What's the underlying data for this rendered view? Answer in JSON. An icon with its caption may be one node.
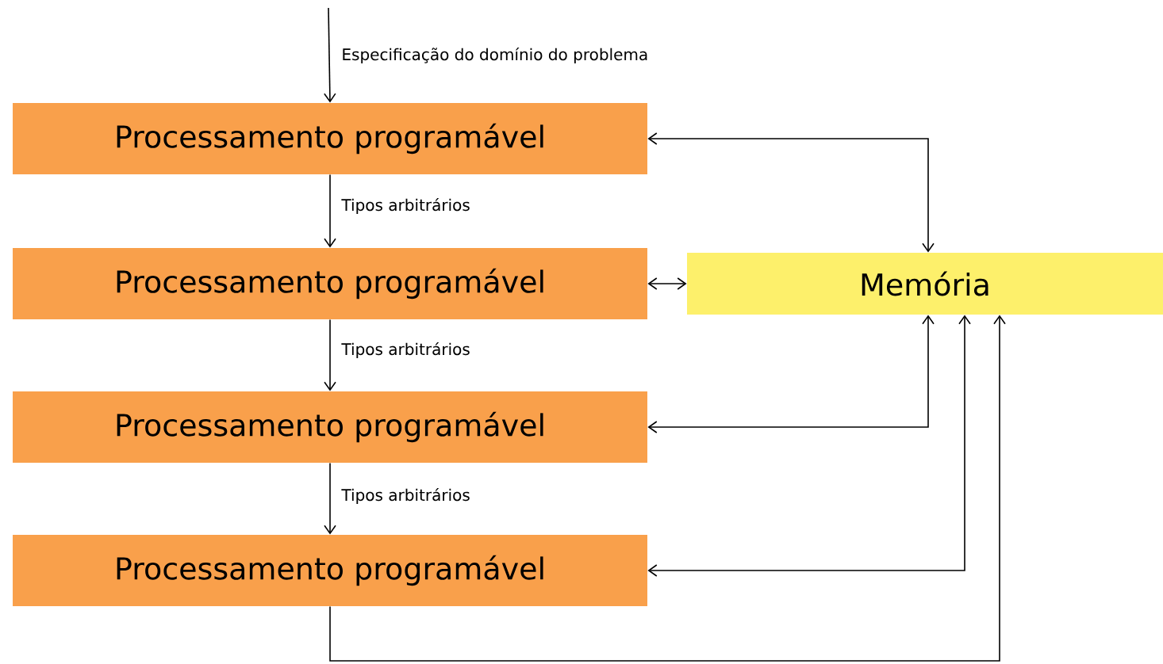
{
  "diagram": {
    "nodes": [
      {
        "text": [
          "Processamento programável"
        ]
      },
      {
        "text": [
          "Processamento programável"
        ]
      },
      {
        "text": [
          "Processamento programável"
        ]
      },
      {
        "text": [
          "Processamento programável"
        ]
      },
      {
        "text": [
          "Memória"
        ]
      }
    ],
    "edges": [
      {
        "from": null,
        "to": 0,
        "arrow": "to",
        "label": "Especificação do domínio do problema"
      },
      {
        "from": 0,
        "to": 1,
        "arrow": "to",
        "label": "Tipos arbitrários"
      },
      {
        "from": 1,
        "to": 2,
        "arrow": "to",
        "label": "Tipos arbitrários"
      },
      {
        "from": 2,
        "to": 3,
        "arrow": "to",
        "label": "Tipos arbitrários"
      },
      {
        "from": 0,
        "to": 4,
        "arrow": "both"
      },
      {
        "from": 1,
        "to": 4,
        "arrow": "both"
      },
      {
        "from": 2,
        "to": 4,
        "arrow": "both"
      },
      {
        "from": 3,
        "to": 4,
        "arrow": "both"
      },
      {
        "from": 3,
        "to": 4,
        "arrow": "to"
      }
    ]
  }
}
